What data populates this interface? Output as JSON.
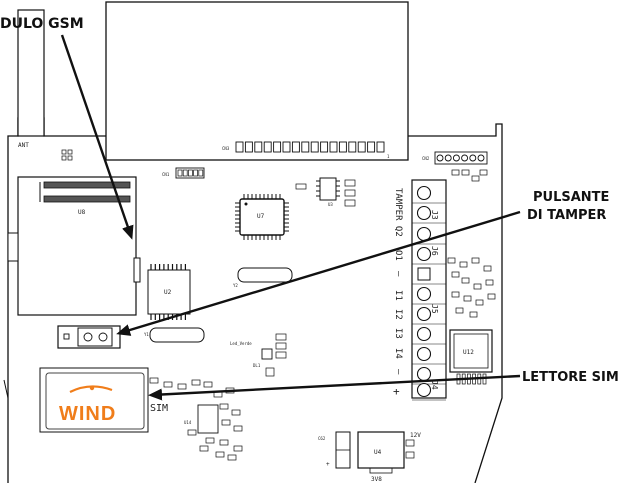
{
  "callouts": {
    "gsm_module": "DULO GSM",
    "tamper_line1": "PULSANTE",
    "tamper_line2": "DI TAMPER",
    "sim_reader": "LETTORE SIM"
  },
  "board": {
    "ant": "ANT",
    "cn1": "CN1",
    "cn2": "CN2",
    "cn3": "CN3",
    "u8": "U8",
    "u7": "U7",
    "u3": "U3",
    "u2": "U2",
    "u4": "U4",
    "u12": "U12",
    "u14": "U14",
    "u6": "U6",
    "y1": "Y1",
    "y2": "Y2",
    "j3": "J3",
    "j4": "J4",
    "j5": "J5",
    "j6": "J6",
    "tamper_q2": "TAMPER Q2",
    "term_i1": "I1",
    "term_i2": "I2",
    "term_i3": "I3",
    "term_i4": "I4",
    "term_o1": "O1",
    "term_minus_a": "–",
    "term_minus_b": "–",
    "term_plus": "+",
    "led_label": "Led_Verde",
    "dl1": "DL1",
    "sim_label": "SIM",
    "wind_logo": "WIND",
    "v12": "12V",
    "v3v8": "3V8",
    "c62": "C62",
    "plus": "+"
  },
  "colors": {
    "line": "#111111",
    "wind_orange": "#F07D1A",
    "sim_border": "#444444"
  }
}
